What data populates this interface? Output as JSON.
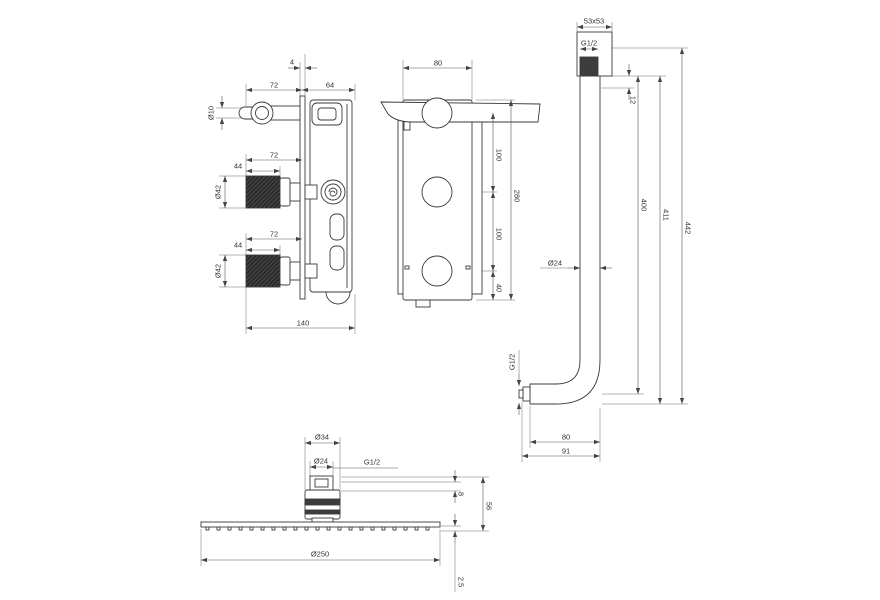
{
  "mixer_side": {
    "plate": "4",
    "lever_depth": "72",
    "body_depth": "64",
    "lever_dia": "Ø10",
    "knob_upper_depth": "72",
    "knob_upper_length": "44",
    "knob_upper_dia": "Ø42",
    "knob_lower_depth": "72",
    "knob_lower_length": "44",
    "knob_lower_dia": "Ø42",
    "total_depth": "140"
  },
  "mixer_front": {
    "width": "80",
    "spacing_upper": "100",
    "height": "280",
    "spacing_lower": "100",
    "bottom_offset": "40"
  },
  "shower_arm": {
    "flange": "53x53",
    "thread_wall": "G1/2",
    "offset_top": "12",
    "length_400": "400",
    "length_411": "411",
    "length_442": "442",
    "pipe_dia": "Ø24",
    "thread_outlet": "G1/2",
    "reach_80": "80",
    "reach_91": "91"
  },
  "shower_head": {
    "joint_dia": "Ø34",
    "inlet_dia": "Ø24",
    "thread": "G1/2",
    "height_8": "8",
    "height_56": "56",
    "head_dia": "Ø250",
    "plate_thickness": "2.5"
  }
}
